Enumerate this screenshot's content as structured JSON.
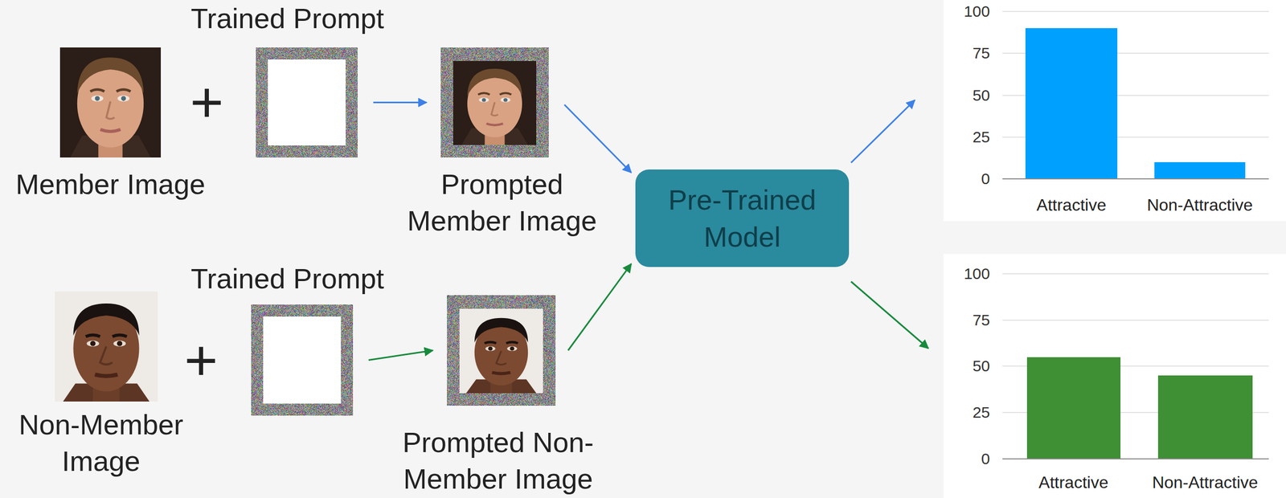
{
  "diagram": {
    "nodes": [
      {
        "text": [
          "Member Image"
        ]
      },
      {
        "text": [
          "Trained Prompt"
        ]
      },
      {
        "text": [
          "Prompted Member Image"
        ]
      },
      {
        "text": [
          "Pre-Trained Model"
        ]
      },
      {
        "text": [
          "Non-Member Image"
        ]
      },
      {
        "text": [
          "Trained Prompt"
        ]
      },
      {
        "text": [
          "Prompted Non-Member Image"
        ]
      }
    ],
    "edges": [
      {
        "from": 1,
        "to": 2,
        "arrow": "to"
      },
      {
        "from": 2,
        "to": 3,
        "arrow": "to"
      },
      {
        "from": 5,
        "to": 6,
        "arrow": "to"
      },
      {
        "from": 6,
        "to": 3,
        "arrow": "to"
      }
    ],
    "labels": [
      "+",
      "+",
      "100",
      "75",
      "50",
      "25",
      "0",
      "Attractive",
      "Non-Attractive",
      "100",
      "75",
      "50",
      "25",
      "0",
      "Attractive",
      "Non-Attractive"
    ]
  }
}
